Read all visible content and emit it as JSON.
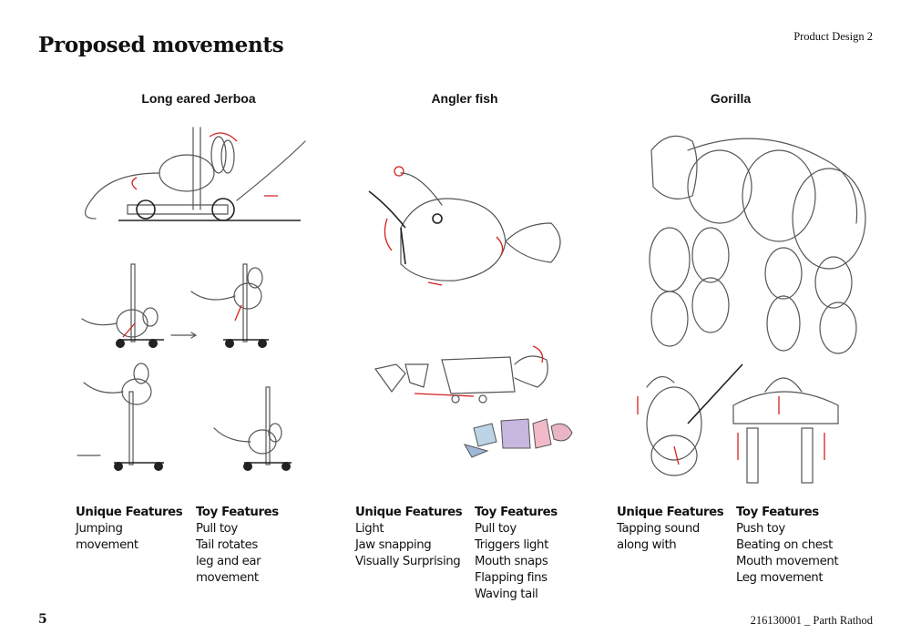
{
  "page": {
    "title": "Proposed movements",
    "course": "Product Design 2",
    "page_number": "5",
    "footer": "216130001 _ Parth Rathod"
  },
  "columns": [
    {
      "heading": "Long eared Jerboa",
      "unique_title": "Unique Features",
      "unique": [
        "Jumping",
        "movement"
      ],
      "toy_title": "Toy Features",
      "toy": [
        "Pull toy",
        "Tail rotates",
        "leg and ear",
        "movement"
      ]
    },
    {
      "heading": "Angler fish",
      "unique_title": "Unique Features",
      "unique": [
        "Light",
        "Jaw snapping",
        "Visually Surprising"
      ],
      "toy_title": "Toy Features",
      "toy": [
        "Pull toy",
        "Triggers light",
        "Mouth snaps",
        "Flapping fins",
        "Waving tail"
      ]
    },
    {
      "heading": "Gorilla",
      "unique_title": "Unique Features",
      "unique": [
        "Tapping sound",
        "along with"
      ],
      "toy_title": "Toy Features",
      "toy": [
        "Push toy",
        "Beating on chest",
        "Mouth movement",
        "Leg movement"
      ]
    }
  ],
  "colors": {
    "annotation": "#d42020",
    "sketch": "#555555"
  }
}
